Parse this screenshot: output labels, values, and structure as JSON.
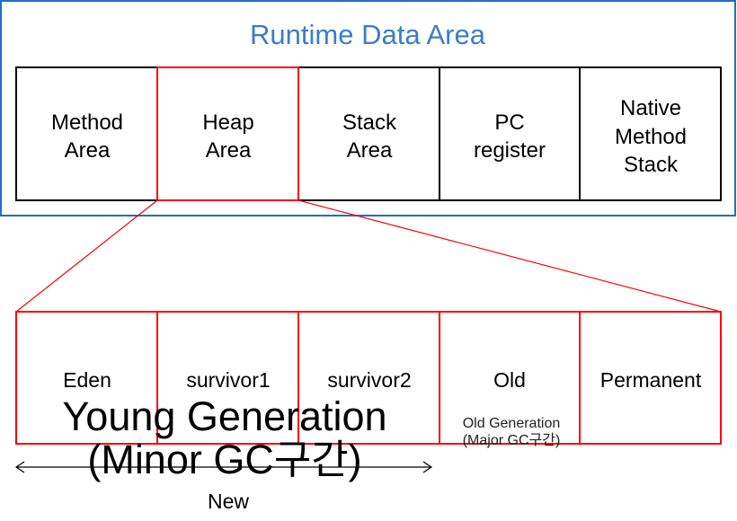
{
  "title": "Runtime Data Area",
  "colors": {
    "frame": "#1f6fc5",
    "highlight": "#ff0000",
    "text": "#000000"
  },
  "runtime_areas": [
    {
      "lines": [
        "Method",
        "Area"
      ]
    },
    {
      "lines": [
        "Heap",
        "Area"
      ]
    },
    {
      "lines": [
        "Stack",
        "Area"
      ]
    },
    {
      "lines": [
        "PC",
        "register"
      ]
    },
    {
      "lines": [
        "Native",
        "Method",
        "Stack"
      ]
    }
  ],
  "heap_areas": [
    "Eden",
    "survivor1",
    "survivor2",
    "Old",
    "Permanent"
  ],
  "young_generation": {
    "line1": "Young Generation",
    "line2": "(Minor GC구간)"
  },
  "old_generation": {
    "line1": "Old Generation",
    "line2": "(Major GC구간)"
  },
  "new_label": "New"
}
